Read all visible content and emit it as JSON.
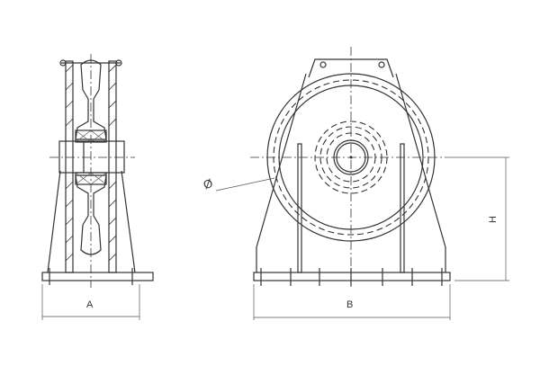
{
  "dimensions": {
    "width_side": "A",
    "width_front": "B",
    "height": "H",
    "diameter": "Ø"
  },
  "colors": {
    "line": "#333333",
    "background": "#ffffff"
  }
}
